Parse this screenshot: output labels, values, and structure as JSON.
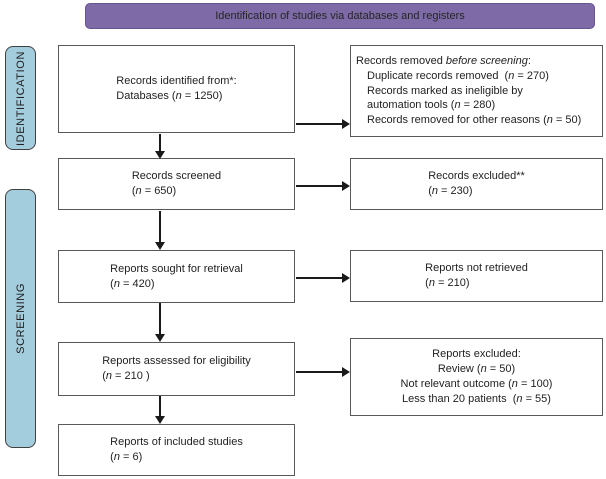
{
  "banner": {
    "label": "Identification of studies via databases and registers"
  },
  "sidebar": {
    "identification_label": "IDENTIFICATION",
    "screening_label": "SCREENING"
  },
  "flow": {
    "records_identified": {
      "lines": [
        {
          "segs": [
            {
              "t": "Records identified from*:"
            }
          ]
        },
        {
          "segs": [
            {
              "t": "Databases ("
            },
            {
              "t": "n",
              "i": true
            },
            {
              "t": " = 1250)"
            }
          ]
        }
      ]
    },
    "records_removed": {
      "lines": [
        {
          "segs": [
            {
              "t": "Records removed "
            },
            {
              "t": "before screening",
              "i": true
            },
            {
              "t": ":"
            }
          ]
        },
        {
          "ind": true,
          "segs": [
            {
              "t": "Duplicate records removed  ("
            },
            {
              "t": "n",
              "i": true
            },
            {
              "t": " = 270)"
            }
          ]
        },
        {
          "ind": true,
          "segs": [
            {
              "t": "Records marked as ineligible by"
            }
          ]
        },
        {
          "ind": true,
          "segs": [
            {
              "t": "automation tools ("
            },
            {
              "t": "n",
              "i": true
            },
            {
              "t": " = 280)"
            }
          ]
        },
        {
          "ind": true,
          "segs": [
            {
              "t": "Records removed for other reasons ("
            },
            {
              "t": "n",
              "i": true
            },
            {
              "t": " = 50)"
            }
          ]
        }
      ]
    },
    "records_screened": {
      "lines": [
        {
          "segs": [
            {
              "t": "Records screened"
            }
          ]
        },
        {
          "segs": [
            {
              "t": "("
            },
            {
              "t": "n",
              "i": true
            },
            {
              "t": " = 650)"
            }
          ]
        }
      ]
    },
    "records_excluded": {
      "lines": [
        {
          "segs": [
            {
              "t": "Records excluded**"
            }
          ]
        },
        {
          "segs": [
            {
              "t": "("
            },
            {
              "t": "n",
              "i": true
            },
            {
              "t": " = 230)"
            }
          ]
        }
      ]
    },
    "reports_sought": {
      "lines": [
        {
          "segs": [
            {
              "t": "Reports sought for retrieval"
            }
          ]
        },
        {
          "segs": [
            {
              "t": "("
            },
            {
              "t": "n",
              "i": true
            },
            {
              "t": " = 420)"
            }
          ]
        }
      ]
    },
    "reports_not_retrieved": {
      "lines": [
        {
          "segs": [
            {
              "t": "Reports not retrieved"
            }
          ]
        },
        {
          "segs": [
            {
              "t": "("
            },
            {
              "t": "n",
              "i": true
            },
            {
              "t": " = 210)"
            }
          ]
        }
      ]
    },
    "reports_assessed": {
      "lines": [
        {
          "segs": [
            {
              "t": "Reports assessed for eligibility"
            }
          ]
        },
        {
          "segs": [
            {
              "t": "("
            },
            {
              "t": "n",
              "i": true
            },
            {
              "t": " = 210 )"
            }
          ]
        }
      ]
    },
    "reports_excluded": {
      "lines": [
        {
          "segs": [
            {
              "t": "Reports excluded:"
            }
          ]
        },
        {
          "segs": [
            {
              "t": "Review ("
            },
            {
              "t": "n",
              "i": true
            },
            {
              "t": " = 50)"
            }
          ]
        },
        {
          "segs": [
            {
              "t": "Not relevant outcome ("
            },
            {
              "t": "n",
              "i": true
            },
            {
              "t": " = 100)"
            }
          ]
        },
        {
          "segs": [
            {
              "t": "Less than 20 patients  ("
            },
            {
              "t": "n",
              "i": true
            },
            {
              "t": " = 55)"
            }
          ]
        }
      ]
    },
    "reports_included": {
      "lines": [
        {
          "segs": [
            {
              "t": "Reports of included studies"
            }
          ]
        },
        {
          "segs": [
            {
              "t": "("
            },
            {
              "t": "n",
              "i": true
            },
            {
              "t": " = 6)"
            }
          ]
        }
      ]
    }
  },
  "colors": {
    "banner_bg": "#7D6AA6",
    "banner_border": "#66548C",
    "sidebar_bg": "#A3CCDC",
    "sidebar_border": "#404040",
    "box_border": "#595959",
    "arrow_color": "#1A1A1A",
    "text_color": "#1F1F1F"
  }
}
